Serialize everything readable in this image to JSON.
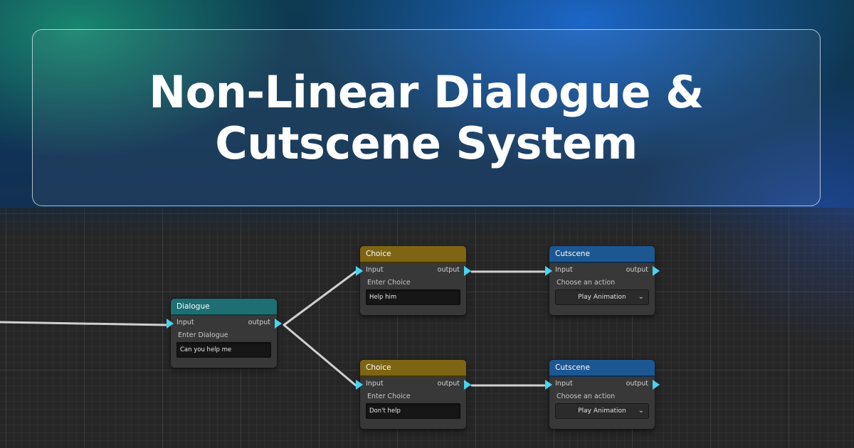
{
  "title": {
    "line1": "Non-Linear Dialogue &",
    "line2": "Cutscene System"
  },
  "colors": {
    "port": "#48d3f2",
    "dialogue_header": "#1d6f74",
    "choice_header": "#7d6514",
    "cutscene_header": "#1c5792",
    "wire": "#d0d0d0"
  },
  "nodes": {
    "dialogue": {
      "header": "Dialogue",
      "input_label": "Input",
      "output_label": "output",
      "field_label": "Enter Dialogue",
      "field_value": "Can you help me"
    },
    "choice_top": {
      "header": "Choice",
      "input_label": "Input",
      "output_label": "output",
      "field_label": "Enter Choice",
      "field_value": "Help him"
    },
    "choice_bottom": {
      "header": "Choice",
      "input_label": "Input",
      "output_label": "output",
      "field_label": "Enter Choice",
      "field_value": "Don't help"
    },
    "cutscene_top": {
      "header": "Cutscene",
      "input_label": "Input",
      "output_label": "output",
      "field_label": "Choose an action",
      "selected_action": "Play Animation",
      "dropdown_icon": "chevron-down-icon"
    },
    "cutscene_bottom": {
      "header": "Cutscene",
      "input_label": "Input",
      "output_label": "output",
      "field_label": "Choose an action",
      "selected_action": "Play Animation",
      "dropdown_icon": "chevron-down-icon"
    }
  }
}
